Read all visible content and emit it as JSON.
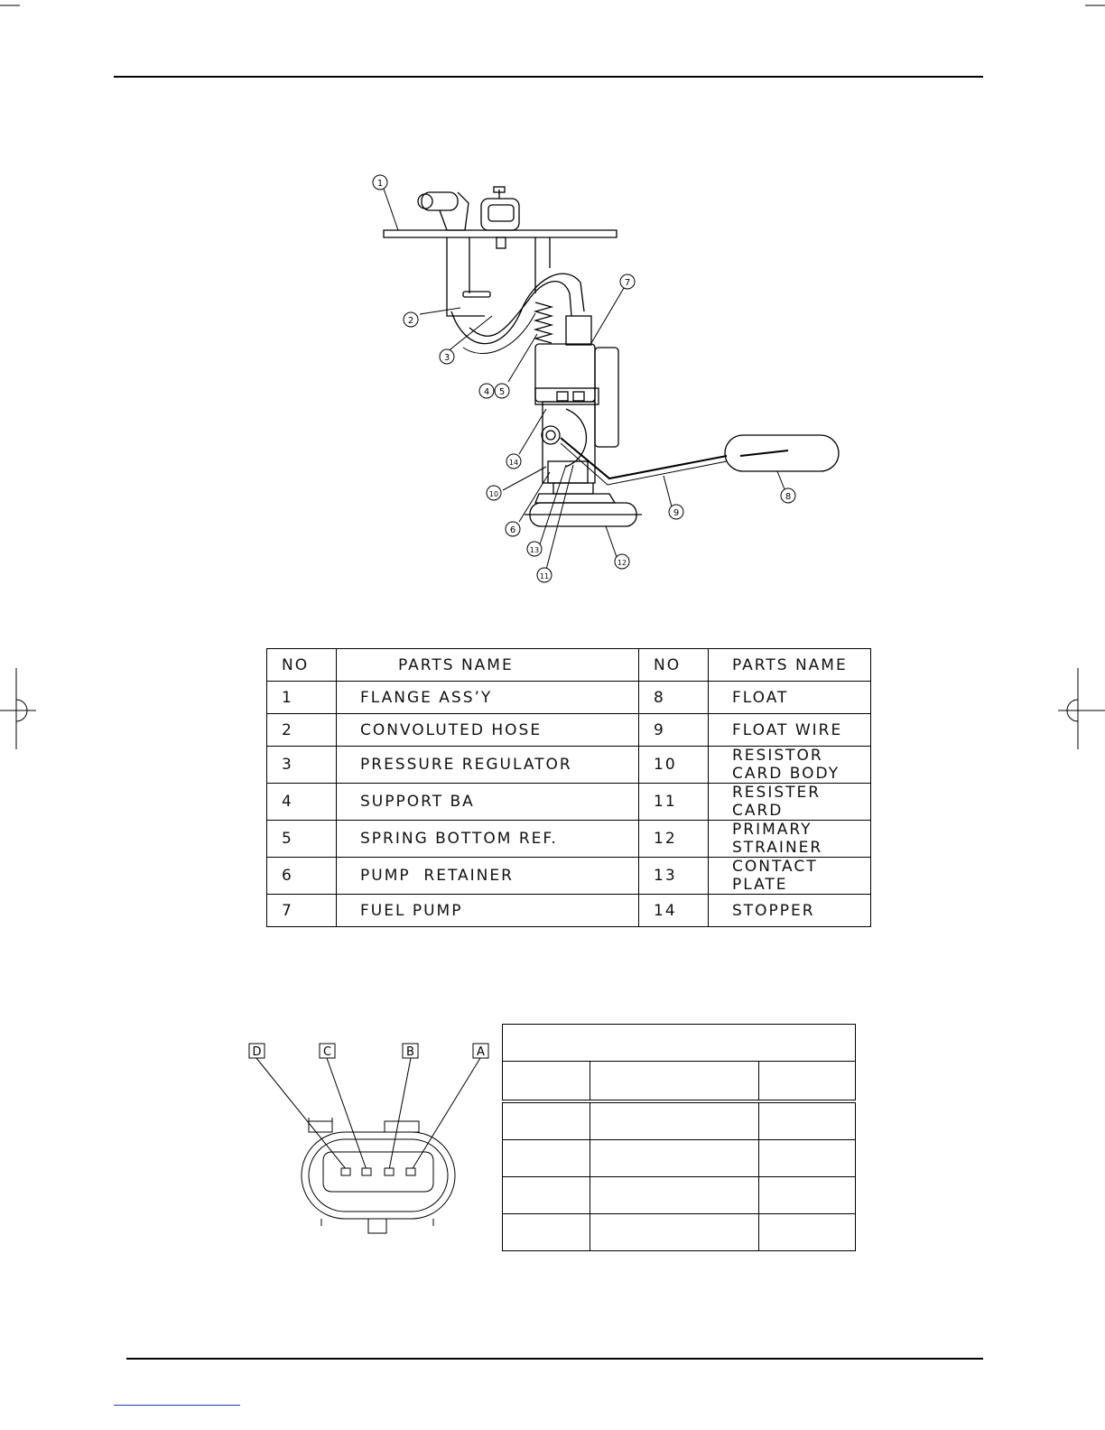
{
  "diagram": {
    "callouts": [
      "1",
      "2",
      "3",
      "4",
      "5",
      "7",
      "14",
      "10",
      "6",
      "13",
      "11",
      "12",
      "9",
      "8"
    ]
  },
  "parts_table": {
    "headers": [
      "NO",
      "PARTS NAME",
      "NO",
      "PARTS NAME"
    ],
    "rows": [
      {
        "no1": "1",
        "name1": "FLANGE ASS’Y",
        "no2": "8",
        "name2": "FLOAT"
      },
      {
        "no1": "2",
        "name1": "CONVOLUTED HOSE",
        "no2": "9",
        "name2": "FLOAT WIRE"
      },
      {
        "no1": "3",
        "name1": "PRESSURE REGULATOR",
        "no2": "10",
        "name2": "RESISTOR CARD BODY"
      },
      {
        "no1": "4",
        "name1": "SUPPORT BA",
        "no2": "11",
        "name2": "RESISTER CARD"
      },
      {
        "no1": "5",
        "name1": "SPRING BOTTOM REF.",
        "no2": "12",
        "name2": "PRIMARY STRAINER"
      },
      {
        "no1": "6",
        "name1": "PUMP  RETAINER",
        "no2": "13",
        "name2": "CONTACT PLATE"
      },
      {
        "no1": "7",
        "name1": "FUEL PUMP",
        "no2": "14",
        "name2": "STOPPER"
      }
    ]
  },
  "connector": {
    "pin_labels": [
      "D",
      "C",
      "B",
      "A"
    ]
  }
}
